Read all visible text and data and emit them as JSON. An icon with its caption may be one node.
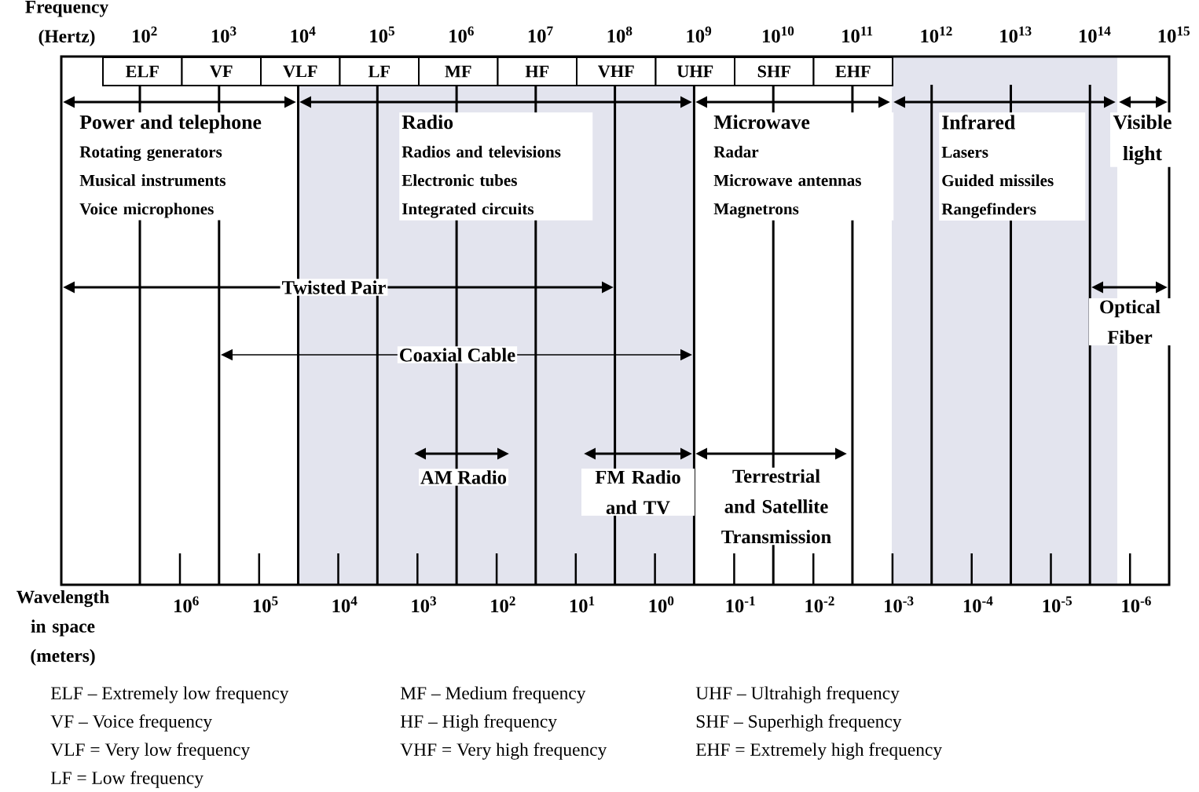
{
  "diagram": {
    "nodes": [
      {
        "text": [
          "ELF"
        ]
      },
      {
        "text": [
          "VF"
        ]
      },
      {
        "text": [
          "VLF"
        ]
      },
      {
        "text": [
          "LF"
        ]
      },
      {
        "text": [
          "MF"
        ]
      },
      {
        "text": [
          "HF"
        ]
      },
      {
        "text": [
          "VHF"
        ]
      },
      {
        "text": [
          "UHF"
        ]
      },
      {
        "text": [
          "SHF"
        ]
      },
      {
        "text": [
          "EHF"
        ]
      },
      {
        "text": [
          "Power and telephone",
          "Rotating generators",
          "Musical instruments",
          "Voice microphones"
        ]
      },
      {
        "text": [
          "Radio",
          "Radios and televisions",
          "Electronic tubes",
          "Integrated circuits"
        ]
      },
      {
        "text": [
          "Microwave",
          "Radar",
          "Microwave antennas",
          "Magnetrons"
        ]
      },
      {
        "text": [
          "Infrared",
          "Lasers",
          "Guided missiles",
          "Rangefinders"
        ]
      },
      {
        "text": [
          "Visible light"
        ]
      }
    ],
    "labels": [
      "Frequency (Hertz)",
      "10$^{2}$",
      "10$^{3}$",
      "10$^{4}$",
      "10$^{5}$",
      "10$^{6}$",
      "10$^{7}$",
      "10$^{8}$",
      "10$^{9}$",
      "10$^{10}$",
      "10$^{11}$",
      "10$^{12}$",
      "10$^{13}$",
      "10$^{14}$",
      "10$^{15}$",
      "Twisted Pair",
      "Optical Fiber",
      "Coaxial Cable",
      "AM Radio",
      "FM Radio and TV",
      "Terrestrial and Satellite Transmission",
      "Wavelength in space (meters)",
      "10$^{6}$",
      "10$^{5}$",
      "10$^{4}$",
      "10$^{3}$",
      "10$^{2}$",
      "10$^{1}$",
      "10$^{0}$",
      "10$^{-1}$",
      "10$^{-2}$",
      "10$^{-3}$",
      "10$^{-4}$",
      "10$^{-5}$",
      "10$^{-6}$",
      "ELF – Extremely low frequency",
      "MF – Medium frequency",
      "UHF – Ultrahigh frequency",
      "VF – Voice frequency",
      "HF – High frequency",
      "SHF – Superhigh frequency",
      "VLF = Very low frequency",
      "VHF = Very high frequency",
      "EHF = Extremely high frequency",
      "LF = Low frequency"
    ]
  }
}
